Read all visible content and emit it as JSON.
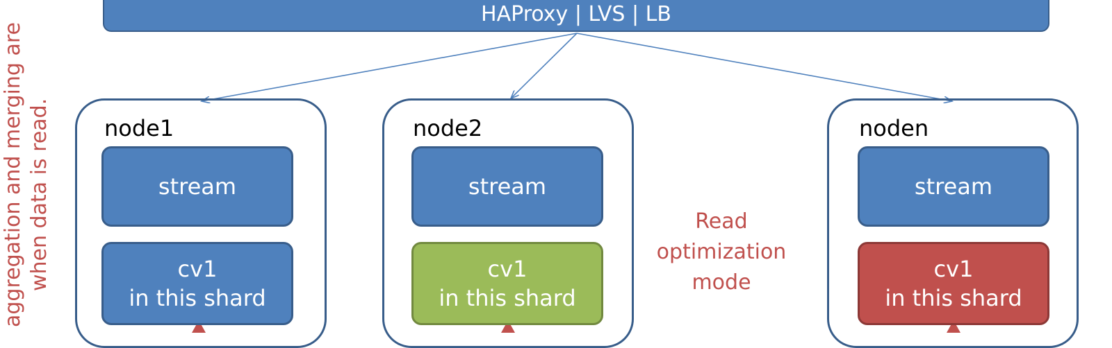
{
  "top_bar": {
    "label": "HAProxy | LVS | LB"
  },
  "nodes": [
    {
      "label": "node1",
      "stream_label": "stream",
      "cv_line1": "cv1",
      "cv_line2": "in this shard"
    },
    {
      "label": "node2",
      "stream_label": "stream",
      "cv_line1": "cv1",
      "cv_line2": "in this shard"
    },
    {
      "label": "noden",
      "stream_label": "stream",
      "cv_line1": "cv1",
      "cv_line2": "in this shard"
    }
  ],
  "side_note": {
    "line1": "aggregation and merging are",
    "line2": "when data is read."
  },
  "mode_label": {
    "line1": "Read",
    "line2": "optimization",
    "line3": "mode"
  },
  "colors": {
    "node_box": "#4f81bd",
    "node_border": "#385d8a",
    "cv_node1": "#4f81bd",
    "cv_node2": "#9bbb59",
    "cv_noden": "#c0504d",
    "annotation": "#c0504d"
  }
}
